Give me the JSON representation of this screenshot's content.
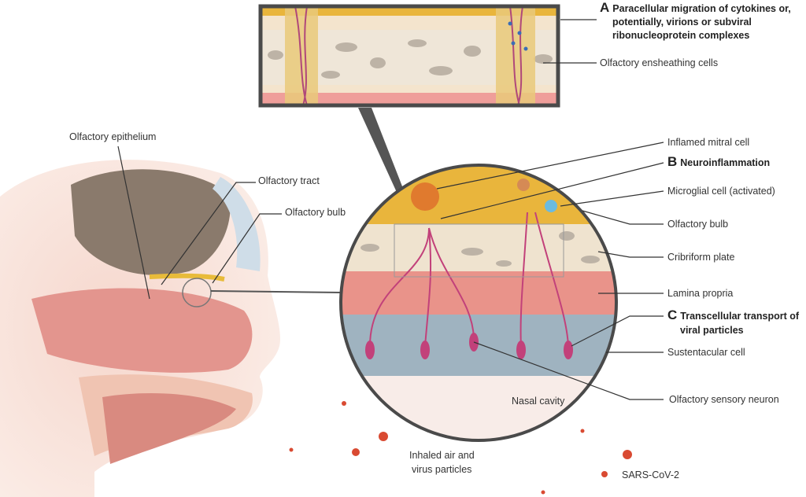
{
  "labels": {
    "a_letter": "A",
    "a_line1": "Paracellular migration of cytokines or,",
    "a_line2": "potentially, virions or subviral",
    "a_line3": "ribonucleoprotein complexes",
    "ensheathing": "Olfactory ensheathing cells",
    "inflamed_mitral": "Inflamed mitral cell",
    "b_letter": "B",
    "b_text": "Neuroinflammation",
    "microglial": "Microglial cell (activated)",
    "bulb_right": "Olfactory bulb",
    "cribriform": "Cribriform plate",
    "lamina": "Lamina propria",
    "c_letter": "C",
    "c_line1": "Transcellular transport of",
    "c_line2": "viral particles",
    "sustentacular": "Sustentacular cell",
    "sensory_neuron": "Olfactory sensory neuron",
    "nasal_cavity": "Nasal cavity",
    "inhaled_line1": "Inhaled air and",
    "inhaled_line2": "virus particles",
    "sars": "SARS-CoV-2",
    "epithelium": "Olfactory epithelium",
    "tract": "Olfactory tract",
    "bulb_left": "Olfactory bulb"
  },
  "colors": {
    "outline": "#4a4a4a",
    "bulb_yellow": "#e9b53c",
    "cribriform": "#efe3cf",
    "lamina": "#e9938a",
    "epithelium": "#9fb3c0",
    "neuron": "#c2417a",
    "virus": "#d94a32"
  }
}
